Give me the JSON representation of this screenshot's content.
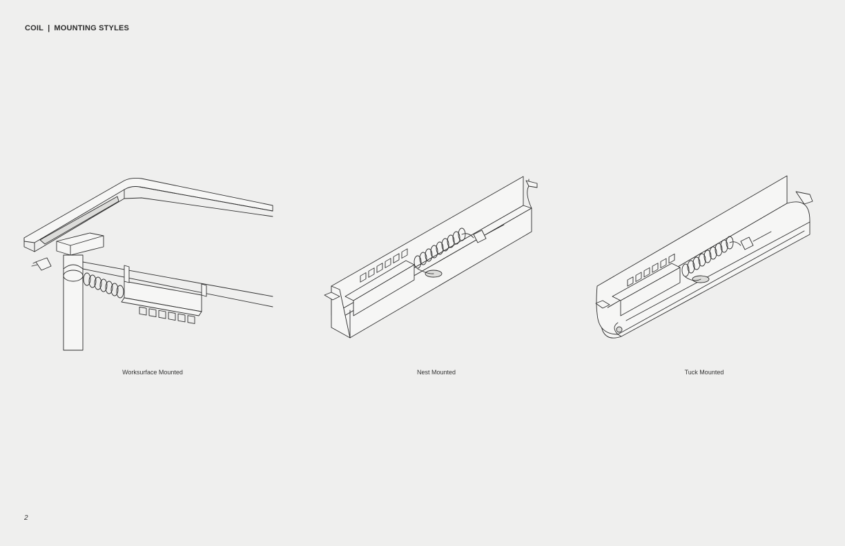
{
  "header": {
    "section": "COIL",
    "separator": "|",
    "title": "MOUNTING STYLES"
  },
  "figures": [
    {
      "caption": "Worksurface Mounted"
    },
    {
      "caption": "Nest Mounted"
    },
    {
      "caption": "Tuck Mounted"
    }
  ],
  "footer": {
    "page_number": "2"
  }
}
